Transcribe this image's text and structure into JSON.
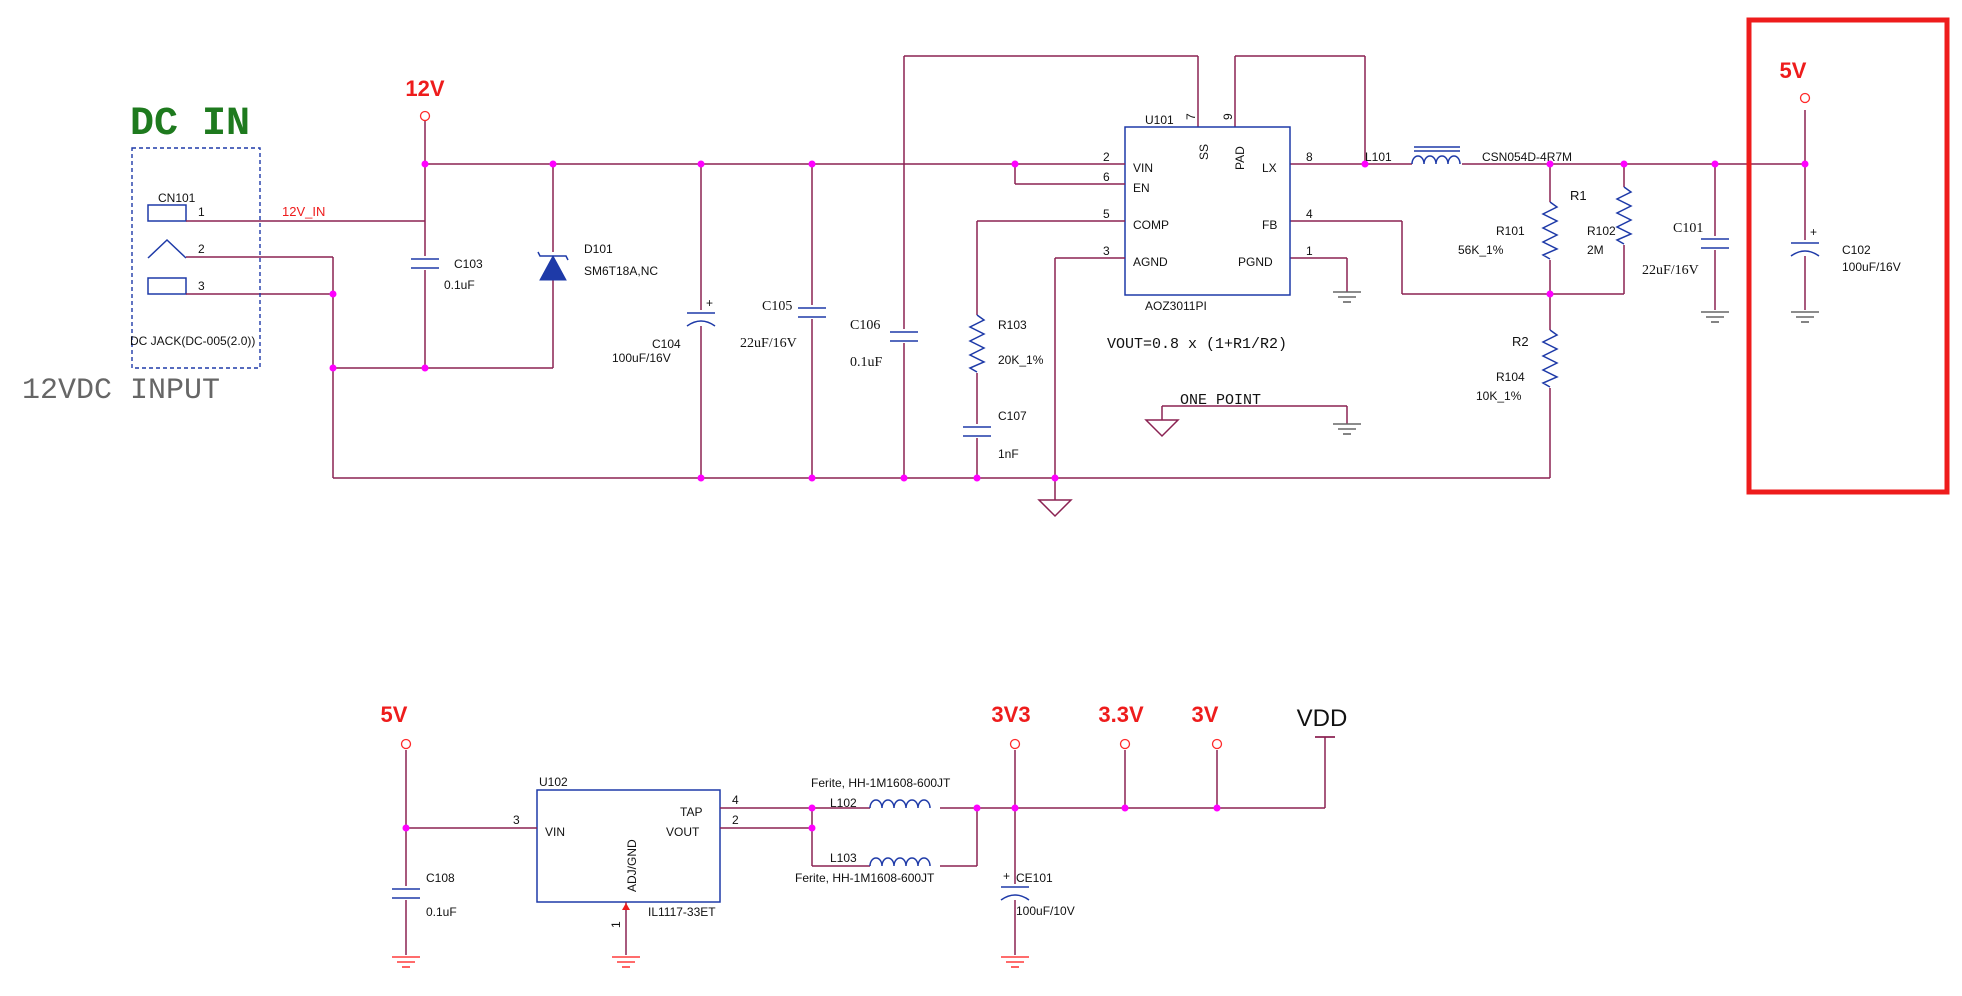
{
  "title": {
    "dc_in": "DC IN",
    "input_label": "12VDC INPUT"
  },
  "nets": {
    "v12": "12V",
    "v5": "5V",
    "v5b": "5V",
    "v3v3": "3V3",
    "v3_3": "3.3V",
    "v3": "3V",
    "vdd": "VDD",
    "net_12v_in": "12V_IN"
  },
  "cn101": {
    "ref": "CN101",
    "desc": "DC JACK(DC-005(2.0))",
    "pins": [
      "1",
      "2",
      "3"
    ]
  },
  "c103": {
    "ref": "C103",
    "value": "0.1uF"
  },
  "d101": {
    "ref": "D101",
    "value": "SM6T18A,NC"
  },
  "c104": {
    "ref": "C104",
    "value": "100uF/16V"
  },
  "c105": {
    "ref": "C105",
    "value": "22uF/16V"
  },
  "c106": {
    "ref": "C106",
    "value": "0.1uF"
  },
  "u101": {
    "ref": "U101",
    "part": "AOZ3011PI",
    "pins": {
      "vin": "VIN",
      "en": "EN",
      "comp": "COMP",
      "agnd": "AGND",
      "ss": "SS",
      "pad": "PAD",
      "lx": "LX",
      "fb": "FB",
      "pgnd": "PGND"
    },
    "pin_numbers": {
      "vin": "2",
      "en": "6",
      "comp": "5",
      "agnd": "3",
      "ss": "7",
      "pad": "9",
      "lx": "8",
      "fb": "4",
      "pgnd": "1"
    }
  },
  "r103": {
    "ref": "R103",
    "value": "20K_1%"
  },
  "c107": {
    "ref": "C107",
    "value": "1nF"
  },
  "formula": "VOUT=0.8 x (1+R1/R2)",
  "one_point": "ONE POINT",
  "l101": {
    "ref": "L101",
    "value": "CSN054D-4R7M"
  },
  "r1_label": "R1",
  "r2_label": "R2",
  "r101": {
    "ref": "R101",
    "value": "56K_1%"
  },
  "r102": {
    "ref": "R102",
    "value": "2M"
  },
  "r104": {
    "ref": "R104",
    "value": "10K_1%"
  },
  "c101": {
    "ref": "C101",
    "value": "22uF/16V"
  },
  "c102": {
    "ref": "C102",
    "value": "100uF/16V"
  },
  "c108": {
    "ref": "C108",
    "value": "0.1uF"
  },
  "u102": {
    "ref": "U102",
    "part": "IL1117-33ET",
    "pins": {
      "vin": "VIN",
      "tap": "TAP",
      "vout": "VOUT",
      "adj": "ADJ/GND"
    },
    "pin_numbers": {
      "vin": "3",
      "tap": "4",
      "vout": "2",
      "adj": "1"
    }
  },
  "l102": {
    "ref": "L102",
    "value": "Ferite, HH-1M1608-600JT"
  },
  "l103": {
    "ref": "L103",
    "value": "Ferite, HH-1M1608-600JT"
  },
  "ce101": {
    "ref": "CE101",
    "value": "100uF/10V"
  },
  "colors": {
    "wire": "#8b2252",
    "junction": "#ff00ff",
    "net_label": "#ee1c1c",
    "highlight": "#ee1c1c",
    "part": "#1e3aa8"
  }
}
